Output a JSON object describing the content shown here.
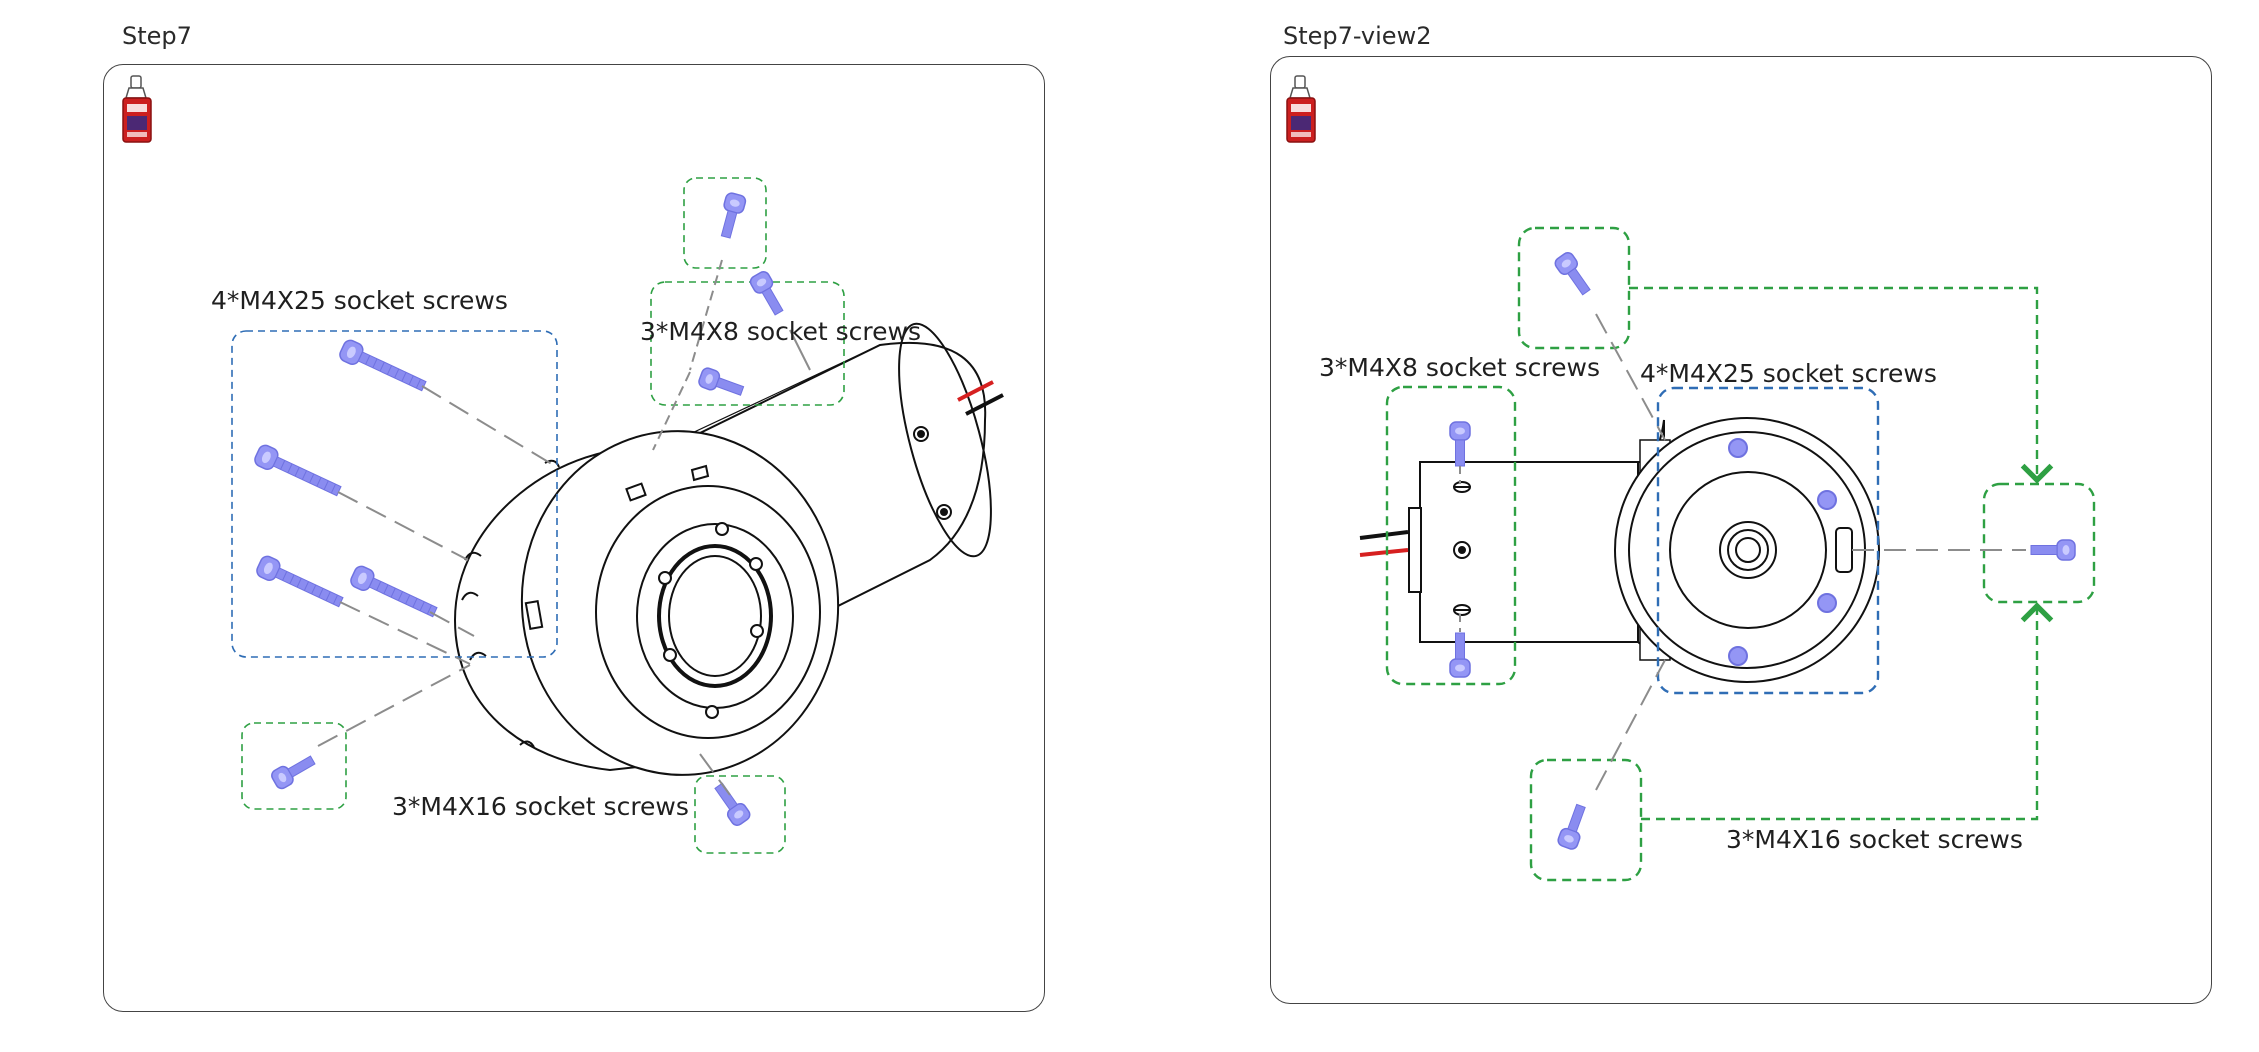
{
  "panels": [
    {
      "title": "Step7",
      "callouts": {
        "m4x25": "4*M4X25 socket screws",
        "m4x8": "3*M4X8 socket screws",
        "m4x16": "3*M4X16 socket screws"
      }
    },
    {
      "title": "Step7-view2",
      "callouts": {
        "m4x8": "3*M4X8 socket screws",
        "m4x25": "4*M4X25 socket screws",
        "m4x16": "3*M4X16 socket screws"
      }
    }
  ],
  "colors": {
    "blue_group": "#2f6db5",
    "green_group": "#2ea043",
    "screw": "#8a8cf0",
    "leader": "#8c8c8c",
    "wire_red": "#d62020",
    "wire_black": "#111111",
    "threadlocker": "#cc1f1f"
  },
  "icons": [
    "threadlocker-bottle-icon"
  ]
}
